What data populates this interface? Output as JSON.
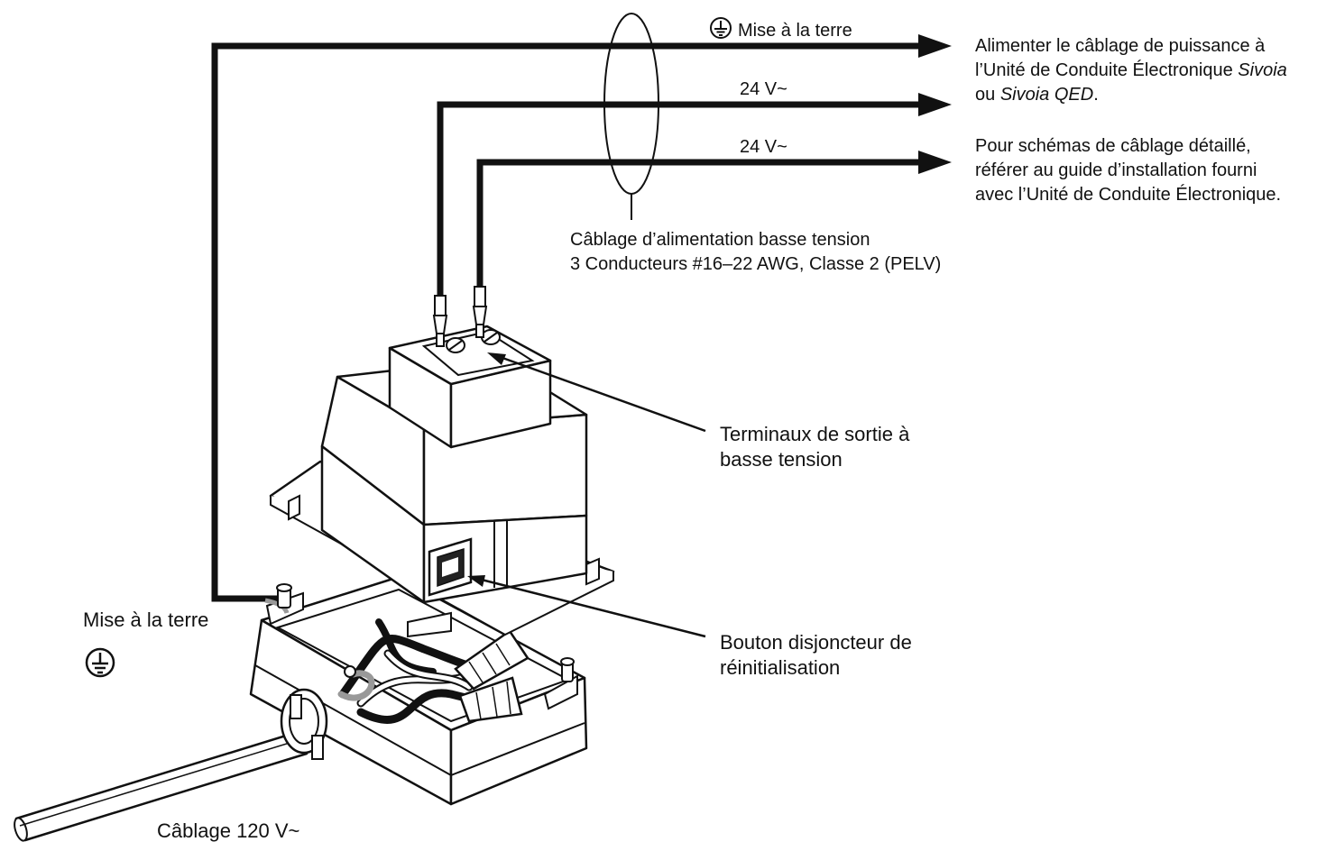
{
  "wires": {
    "ground_label": "Mise à la terre",
    "v24_top_label": "24 V~",
    "v24_bottom_label": "24 V~"
  },
  "bundle_label": {
    "line1": "Câblage d’alimentation basse tension",
    "line2": "3 Conducteurs #16–22 AWG, Classe 2 (PELV)"
  },
  "info_top": {
    "line1": "Alimenter le câblage de puissance à",
    "line2_prefix": "l’Unité de Conduite Électronique ",
    "line2_italic": "Sivoia",
    "line3_prefix": "ou ",
    "line3_italic": "Sivoia QED",
    "line3_suffix": "."
  },
  "info_bottom": {
    "line1": "Pour schémas de câblage détaillé,",
    "line2": "référer au guide d’installation fourni",
    "line3": "avec l’Unité de Conduite Électronique."
  },
  "callouts": {
    "terminals_line1": "Terminaux de sortie à",
    "terminals_line2": "basse tension",
    "reset_line1": "Bouton disjoncteur de",
    "reset_line2": "réinitialisation"
  },
  "ground_side_label": "Mise à la terre",
  "input_cable_label": "Câblage 120 V~",
  "icons": {
    "ground": "ground-symbol-icon",
    "arrow": "arrow-head-icon"
  }
}
